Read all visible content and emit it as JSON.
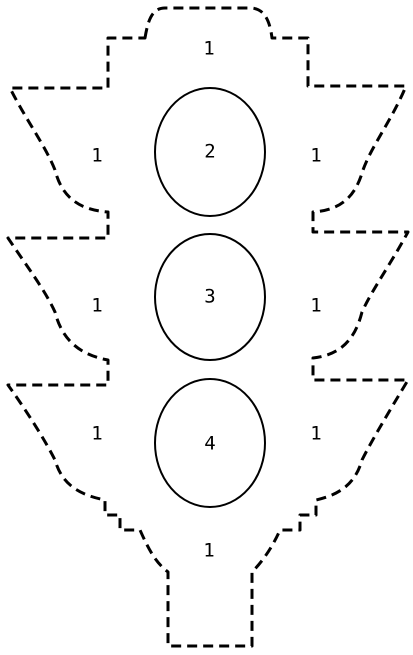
{
  "diagram": {
    "regions": [
      {
        "id": "top",
        "label": "1"
      },
      {
        "id": "upper-left-wing",
        "label": "1"
      },
      {
        "id": "upper-right-wing",
        "label": "1"
      },
      {
        "id": "middle-left-wing",
        "label": "1"
      },
      {
        "id": "middle-right-wing",
        "label": "1"
      },
      {
        "id": "lower-left-wing",
        "label": "1"
      },
      {
        "id": "lower-right-wing",
        "label": "1"
      },
      {
        "id": "bottom",
        "label": "1"
      }
    ],
    "lamps": [
      {
        "id": "top-lamp",
        "label": "2"
      },
      {
        "id": "middle-lamp",
        "label": "3"
      },
      {
        "id": "bottom-lamp",
        "label": "4"
      }
    ],
    "colors": {
      "stroke": "#000000",
      "background": "#ffffff"
    }
  }
}
